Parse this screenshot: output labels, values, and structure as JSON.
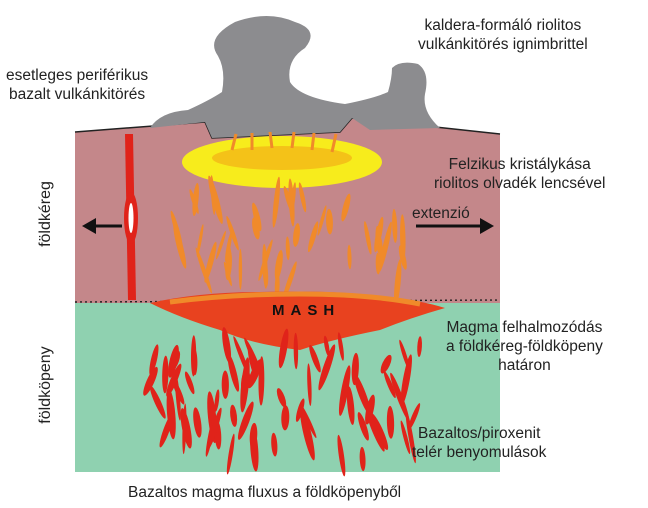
{
  "labels": {
    "caldera": [
      "kaldera-formáló riolitos",
      "vulkánkitörés ignimbrittel"
    ],
    "basalt": [
      "esetleges periférikus",
      "bazalt vulkánkitörés"
    ],
    "felsic": [
      "Felzikus kristálykása",
      "riolitos olvadék lencsével"
    ],
    "extension": "extenzió",
    "crust": "földkéreg",
    "mantle": "földköpeny",
    "mash": "MASH",
    "accumulation": [
      "Magma felhalmozódás",
      "a földkéreg-földköpeny",
      "határon"
    ],
    "dikes": [
      "Bazaltos/piroxenit",
      "telér benyomulások"
    ],
    "flux": "Bazaltos magma fluxus a földköpenyből"
  },
  "colors": {
    "crust": "#c4878a",
    "mantle": "#8fd1b0",
    "ash": "#8c8c8f",
    "melt_yellow": "#f7ec1c",
    "melt_orange": "#f08a2a",
    "mash_red": "#e8421f",
    "dike_red": "#e0231a",
    "arrow": "#111111"
  },
  "icons": [
    "arrow-left-icon",
    "arrow-right-icon"
  ]
}
